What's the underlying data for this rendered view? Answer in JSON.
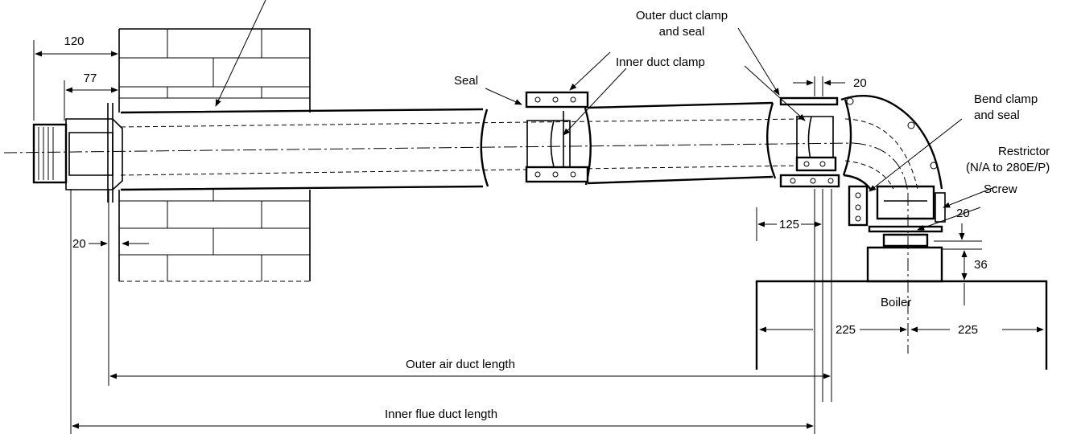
{
  "labels": {
    "outer_clamp_line1": "Outer duct clamp",
    "outer_clamp_line2": "and seal",
    "inner_clamp": "Inner duct clamp",
    "seal": "Seal",
    "bend_clamp_line1": "Bend clamp",
    "bend_clamp_line2": "and seal",
    "restrictor_line1": "Restrictor",
    "restrictor_line2": "(N/A to 280E/P)",
    "screw": "Screw",
    "boiler": "Boiler",
    "outer_air_duct_length": "Outer air duct length",
    "inner_flue_duct_length": "Inner flue duct length"
  },
  "dimensions": {
    "d120": "120",
    "d77": "77",
    "d20_left": "20",
    "d20_top": "20",
    "d20_right": "20",
    "d125": "125",
    "d36": "36",
    "d225_left": "225",
    "d225_right": "225"
  }
}
